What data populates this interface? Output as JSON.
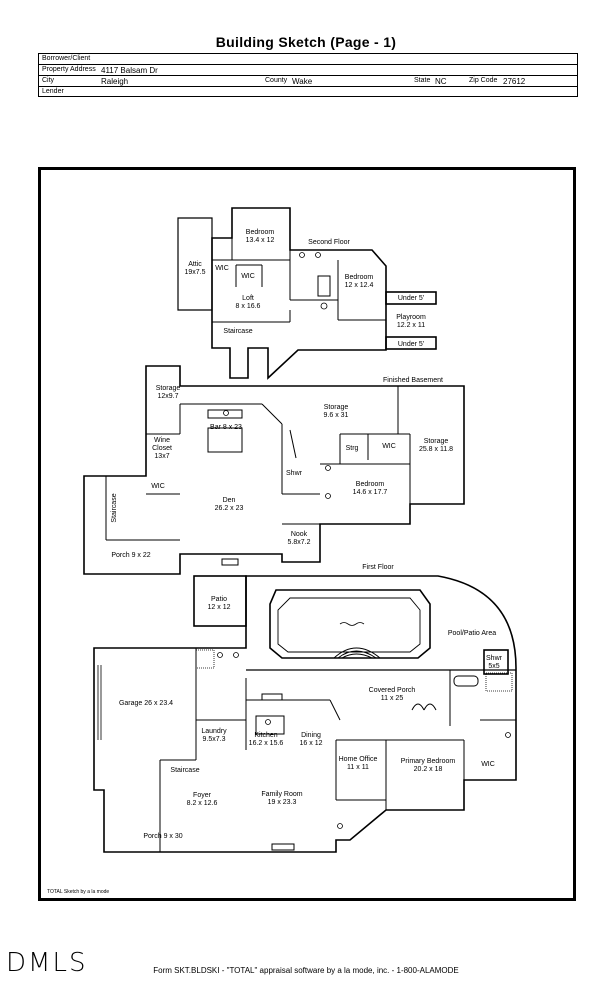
{
  "header": {
    "title": "Building Sketch (Page - 1)"
  },
  "info": {
    "borrower_label": "Borrower/Client",
    "borrower_value": "",
    "address_label": "Property Address",
    "address_value": "4117 Balsam Dr",
    "city_label": "City",
    "city_value": "Raleigh",
    "county_label": "County",
    "county_value": "Wake",
    "state_label": "State",
    "state_value": "NC",
    "zip_label": "Zip Code",
    "zip_value": "27612",
    "lender_label": "Lender",
    "lender_value": ""
  },
  "sketch": {
    "credit": "TOTAL Sketch by a la mode",
    "floors": {
      "second": "Second Floor",
      "basement": "Finished Basement",
      "first": "First Floor"
    },
    "rooms": {
      "bedroom_a": [
        "Bedroom",
        "13.4 x 12"
      ],
      "attic": [
        "Attic",
        "19x7.5"
      ],
      "wic_a": [
        "WIC"
      ],
      "wic_b": [
        "WIC"
      ],
      "bedroom_b": [
        "Bedroom",
        "12 x 12.4"
      ],
      "loft": [
        "Loft",
        "8 x 16.6"
      ],
      "under5_a": [
        "Under 5'"
      ],
      "playroom": [
        "Playroom",
        "12.2 x 11"
      ],
      "staircase_2": [
        "Staircase"
      ],
      "under5_b": [
        "Under 5'"
      ],
      "storage_a": [
        "Storage",
        "12x9.7"
      ],
      "bar": [
        "Bar 8 x 23"
      ],
      "storage_b": [
        "Storage",
        "9.6 x 31"
      ],
      "wine": [
        "Wine",
        "Closet",
        "13x7"
      ],
      "strg": [
        "Strg"
      ],
      "wic_c": [
        "WIC"
      ],
      "storage_c": [
        "Storage",
        "25.8 x 11.8"
      ],
      "wic_d": [
        "WIC"
      ],
      "shwr_a": [
        "Shwr"
      ],
      "bedroom_c": [
        "Bedroom",
        "14.6 x 17.7"
      ],
      "den": [
        "Den",
        "26.2 x 23"
      ],
      "staircase_b": [
        "Staircase"
      ],
      "nook": [
        "Nook",
        "5.8x7.2"
      ],
      "porch_a": [
        "Porch 9 x 22"
      ],
      "patio": [
        "Patio",
        "12 x 12"
      ],
      "pool": [
        "Pool/Patio Area"
      ],
      "shwr_b": [
        "Shwr",
        "5x5"
      ],
      "garage": [
        "Garage 26 x 23.4"
      ],
      "covered_porch": [
        "Covered Porch",
        "11 x 25"
      ],
      "laundry": [
        "Laundry",
        "9.5x7.3"
      ],
      "kitchen": [
        "Kitchen",
        "16.2 x 15.6"
      ],
      "dining": [
        "Dining",
        "16 x 12"
      ],
      "home_office": [
        "Home Office",
        "11 x 11"
      ],
      "primary": [
        "Primary Bedroom",
        "20.2 x 18"
      ],
      "wic_e": [
        "WIC"
      ],
      "staircase_1": [
        "Staircase"
      ],
      "foyer": [
        "Foyer",
        "8.2 x 12.6"
      ],
      "family": [
        "Family Room",
        "19 x 23.3"
      ],
      "porch_b": [
        "Porch 9 x 30"
      ]
    }
  },
  "footer": {
    "logo": "DMLS",
    "form_text": "Form SKT.BLDSKI - \"TOTAL\" appraisal software by a la mode, inc. - 1-800-ALAMODE"
  }
}
